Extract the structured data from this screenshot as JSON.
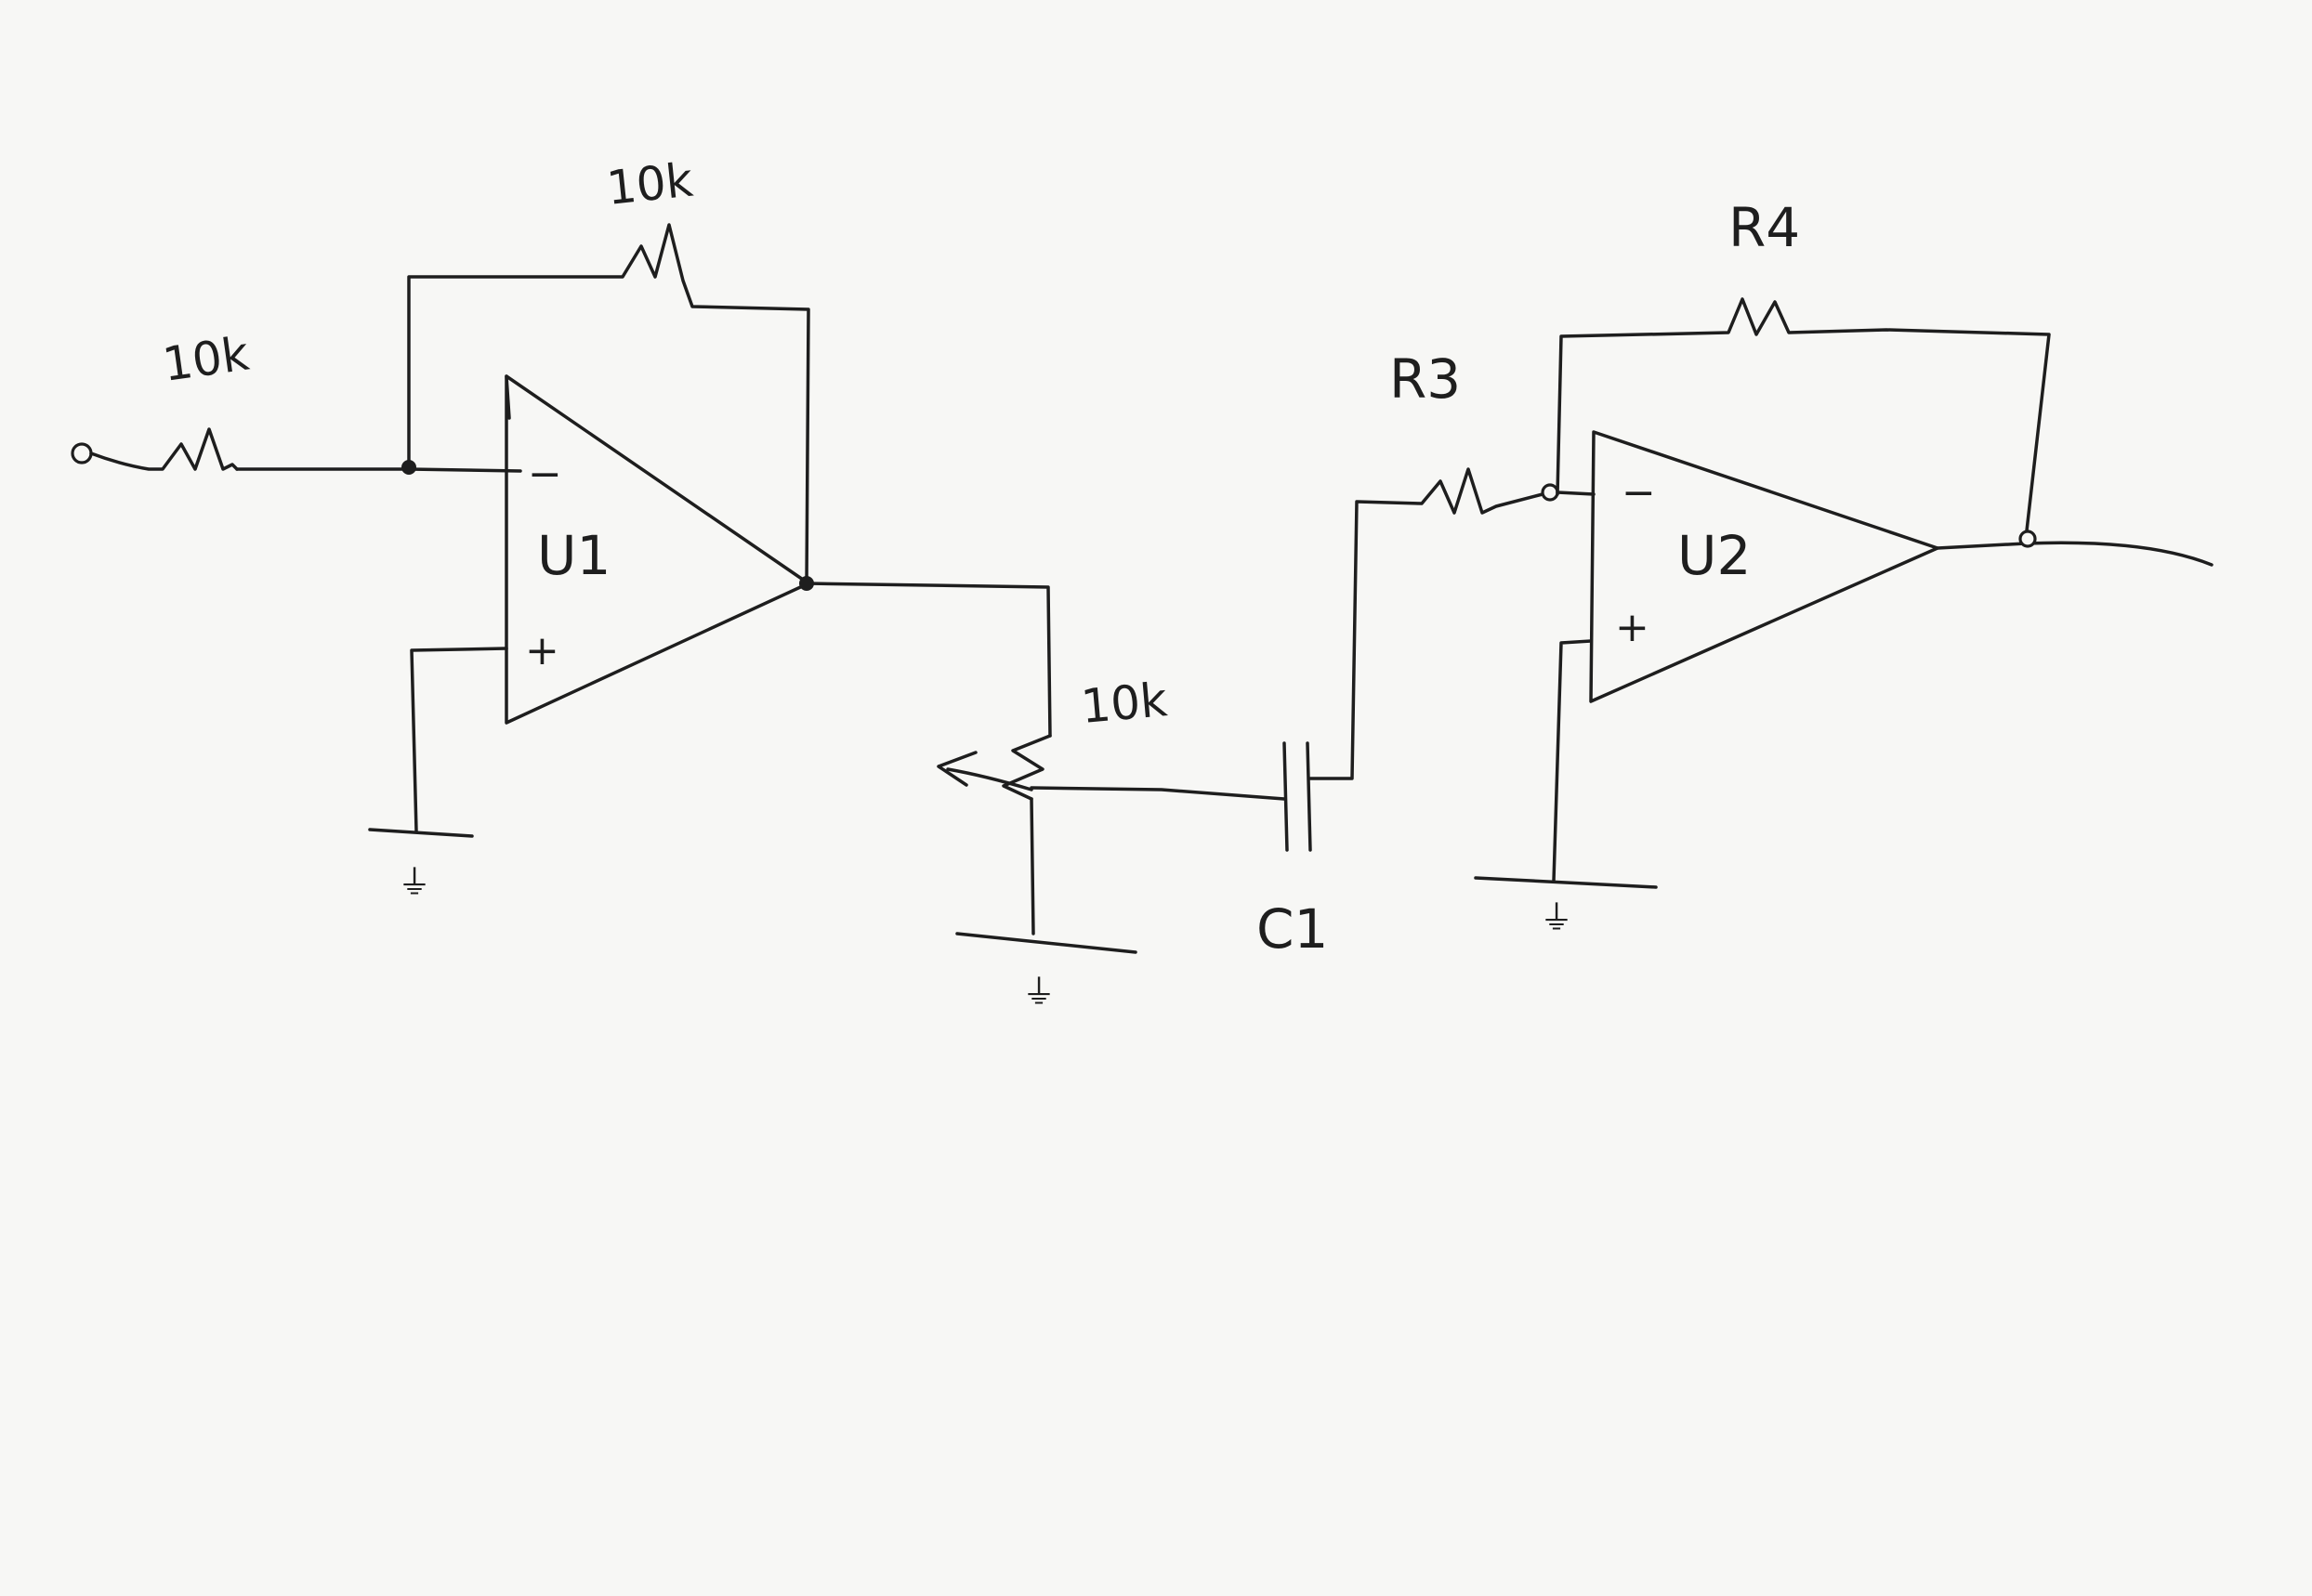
{
  "schematic": {
    "u1": {
      "designator": "U1",
      "inverting_pin": "−",
      "noninverting_pin": "+"
    },
    "u2": {
      "designator": "U2",
      "inverting_pin": "−",
      "noninverting_pin": "+"
    },
    "r_in": {
      "value": "10k"
    },
    "r_feedback_u1": {
      "value": "10k"
    },
    "potentiometer": {
      "value": "10k"
    },
    "c1": {
      "designator": "C1"
    },
    "r3": {
      "designator": "R3"
    },
    "r4": {
      "designator": "R4"
    },
    "ground_symbol": "⏚",
    "colors": {
      "ink": "#1e1e1e",
      "paper": "#f7f7f5"
    }
  }
}
